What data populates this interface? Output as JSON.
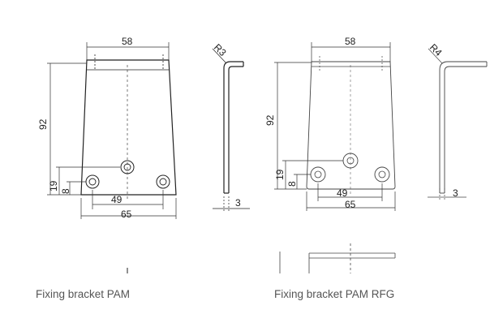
{
  "left_drawing": {
    "width_top": "58",
    "height": "92",
    "hole_height": "19",
    "hole_offset": "8",
    "hole_spacing": "49",
    "base_width": "65",
    "bend_radius": "R3",
    "thickness": "3"
  },
  "right_drawing": {
    "width_top": "58",
    "height": "92",
    "hole_height": "19",
    "hole_offset": "8",
    "hole_spacing": "49",
    "base_width": "65",
    "bend_radius": "R4",
    "thickness": "3"
  },
  "captions": {
    "left": "Fixing bracket PAM",
    "right": "Fixing bracket PAM RFG"
  },
  "colors": {
    "line": "#222222",
    "thin_line": "#444444",
    "caption_text": "#555555"
  }
}
